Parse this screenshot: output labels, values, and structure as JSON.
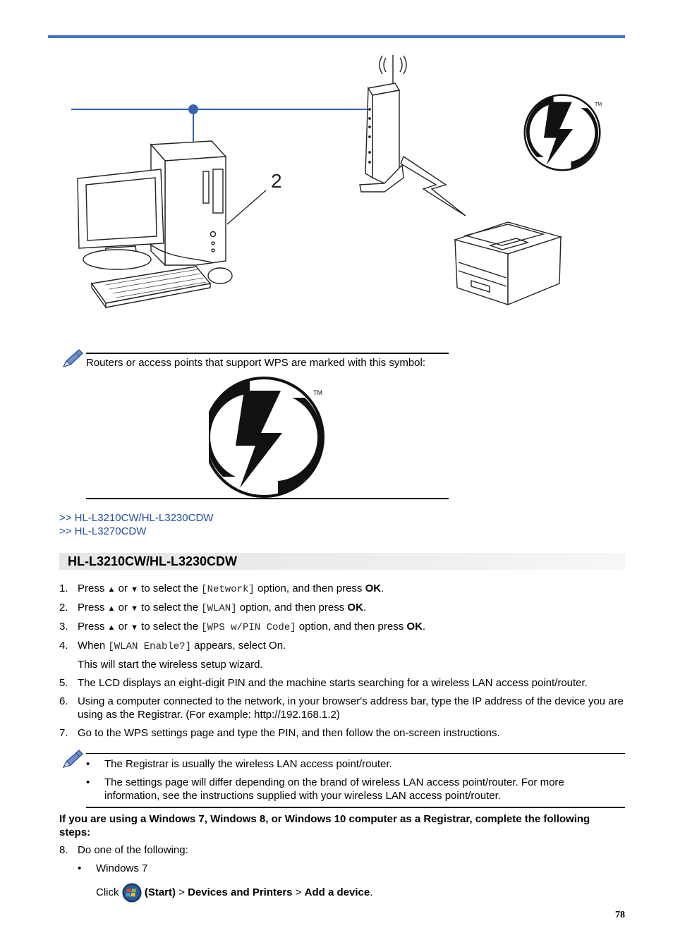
{
  "diagram": {
    "callout_number": "2",
    "wps_tm": "TM"
  },
  "note1": {
    "text": "Routers or access points that support WPS are marked with this symbol:",
    "wps_tm": "TM"
  },
  "links": [
    ">> HL-L3210CW/HL-L3230CDW",
    ">> HL-L3270CDW"
  ],
  "section_title": "HL-L3210CW/HL-L3230CDW",
  "steps": [
    {
      "num": "1.",
      "pre": "Press ",
      "up": "▲",
      "or": " or ",
      "down": "▼",
      "mid": " to select the ",
      "code": "[Network]",
      "post": " option, and then press ",
      "bold": "OK",
      "end": "."
    },
    {
      "num": "2.",
      "pre": "Press ",
      "up": "▲",
      "or": " or ",
      "down": "▼",
      "mid": " to select the ",
      "code": "[WLAN]",
      "post": " option, and then press ",
      "bold": "OK",
      "end": "."
    },
    {
      "num": "3.",
      "pre": "Press ",
      "up": "▲",
      "or": " or ",
      "down": "▼",
      "mid": " to select the ",
      "code": "[WPS w/PIN Code]",
      "post": " option, and then press ",
      "bold": "OK",
      "end": "."
    },
    {
      "num": "4.",
      "pre": "When ",
      "code": "[WLAN Enable?]",
      "post": " appears, select On.",
      "sub": "This will start the wireless setup wizard."
    },
    {
      "num": "5.",
      "text": "The LCD displays an eight-digit PIN and the machine starts searching for a wireless LAN access point/router."
    },
    {
      "num": "6.",
      "text": "Using a computer connected to the network, in your browser's address bar, type the IP address of the device you are using as the Registrar. (For example: http://192.168.1.2)"
    },
    {
      "num": "7.",
      "text": "Go to the WPS settings page and type the PIN, and then follow the on-screen instructions."
    }
  ],
  "note2": {
    "bullets": [
      "The Registrar is usually the wireless LAN access point/router.",
      "The settings page will differ depending on the brand of wireless LAN access point/router. For more information, see the instructions supplied with your wireless LAN access point/router."
    ]
  },
  "windows_heading": "If you are using a Windows 7, Windows 8, or Windows 10 computer as a Registrar, complete the following steps:",
  "step8": {
    "num": "8.",
    "text": "Do one of the following:",
    "option": "Windows 7",
    "click_word": "Click ",
    "start": "(Start)",
    "sep": " > ",
    "devices": "Devices and Printers",
    "add": "Add a device",
    "end": "."
  },
  "page_number": "78"
}
